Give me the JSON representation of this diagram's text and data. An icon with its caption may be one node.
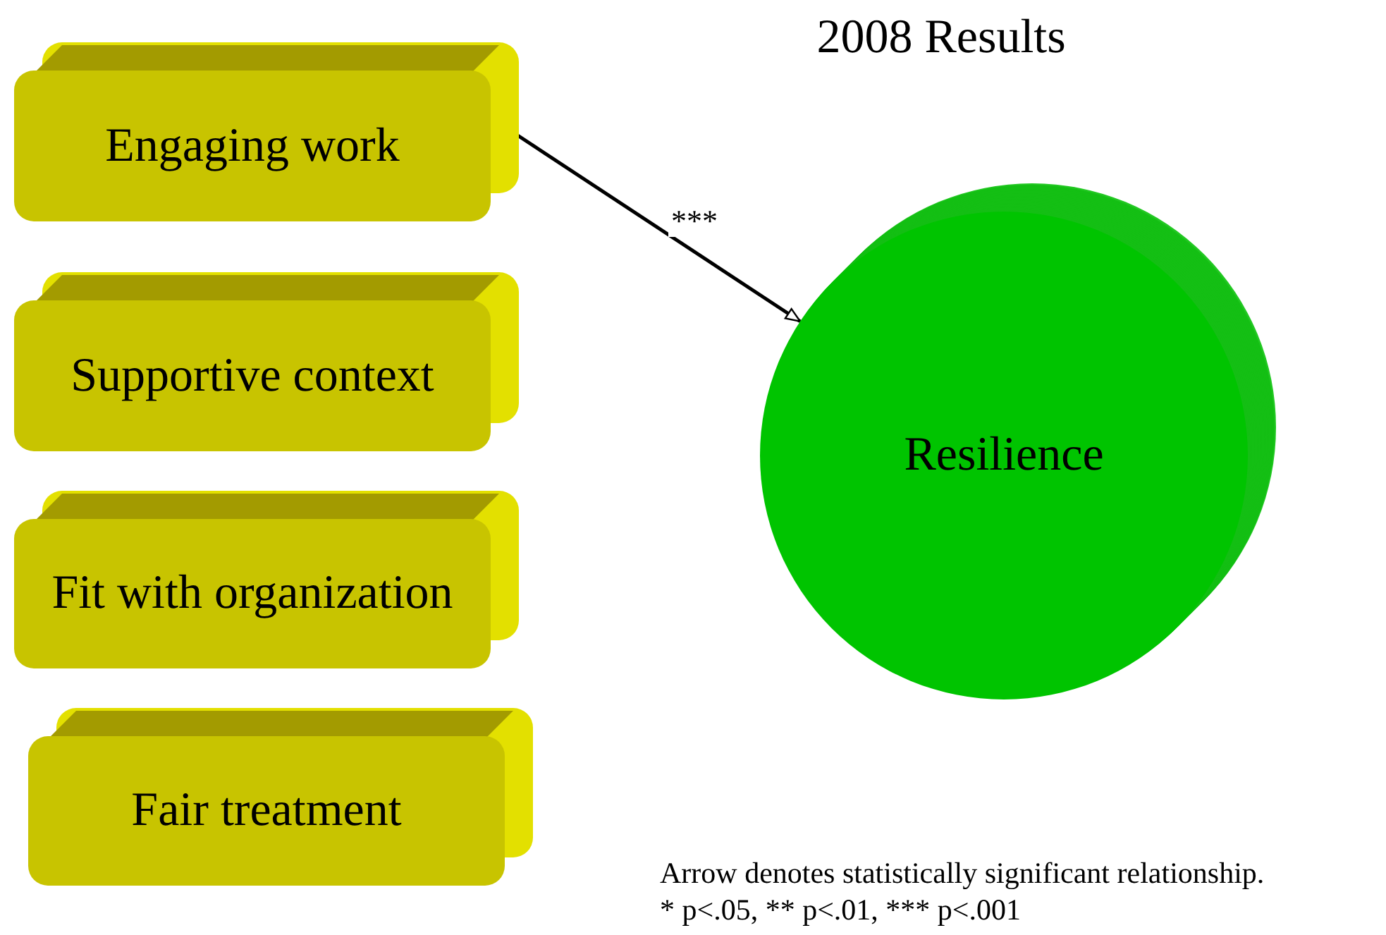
{
  "diagram": {
    "title": "2008 Results",
    "nodes": [
      {
        "text": [
          "Engaging work"
        ]
      },
      {
        "text": [
          "Supportive context"
        ]
      },
      {
        "text": [
          "Fit with organization"
        ]
      },
      {
        "text": [
          "Fair treatment"
        ]
      },
      {
        "text": [
          "Resilience"
        ]
      }
    ],
    "edges": [
      {
        "from": 0,
        "to": 4,
        "arrow": "to",
        "label": "***"
      }
    ],
    "labels": [
      "Arrow denotes statistically significant relationship.",
      "* p<.05, ** p<.01, *** p<.001"
    ]
  }
}
